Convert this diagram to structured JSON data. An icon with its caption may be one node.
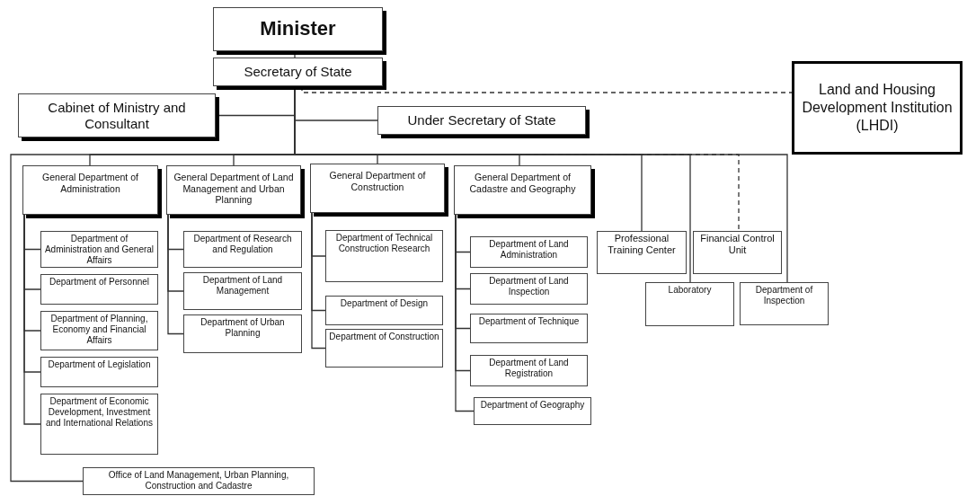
{
  "diagram": {
    "nodes": [
      {
        "text": [
          "Minister"
        ]
      },
      {
        "text": [
          "Secretary of State"
        ]
      },
      {
        "text": [
          "Cabinet of Ministry and Consultant"
        ]
      },
      {
        "text": [
          "Under Secretary of State"
        ]
      },
      {
        "text": [
          "Land and Housing Development Institution (LHDI)"
        ]
      },
      {
        "text": [
          "General Department of Administration"
        ]
      },
      {
        "text": [
          "General Department of Land Management and Urban Planning"
        ]
      },
      {
        "text": [
          "General Department of Construction"
        ]
      },
      {
        "text": [
          "General Department of Cadastre and Geography"
        ]
      },
      {
        "text": [
          "Department of Administration and General Affairs"
        ]
      },
      {
        "text": [
          "Department of Personnel"
        ]
      },
      {
        "text": [
          "Department of Planning, Economy and Financial Affairs"
        ]
      },
      {
        "text": [
          "Department of Legislation"
        ]
      },
      {
        "text": [
          "Department of Economic Development, Investment and International Relations"
        ]
      },
      {
        "text": [
          "Office of Land Management, Urban Planning, Construction and Cadastre"
        ]
      },
      {
        "text": [
          "Department of Research and Regulation"
        ]
      },
      {
        "text": [
          "Department of Land Management"
        ]
      },
      {
        "text": [
          "Department of Urban Planning"
        ]
      },
      {
        "text": [
          "Department of Technical Construction Research"
        ]
      },
      {
        "text": [
          "Department of Design"
        ]
      },
      {
        "text": [
          "Department of Construction"
        ]
      },
      {
        "text": [
          "Department of Land Administration"
        ]
      },
      {
        "text": [
          "Department of Land Inspection"
        ]
      },
      {
        "text": [
          "Department of Technique"
        ]
      },
      {
        "text": [
          "Department of Land Registration"
        ]
      },
      {
        "text": [
          "Department of Geography"
        ]
      },
      {
        "text": [
          "Professional Training Center"
        ]
      },
      {
        "text": [
          "Financial Control Unit"
        ]
      },
      {
        "text": [
          "Laboratory"
        ]
      },
      {
        "text": [
          "Department of Inspection"
        ]
      }
    ],
    "edges": [
      {
        "from": 0,
        "to": 1,
        "arrow": "none"
      },
      {
        "from": 1,
        "to": 2,
        "arrow": "none"
      },
      {
        "from": 1,
        "to": 3,
        "arrow": "none"
      },
      {
        "from": 1,
        "to": 4,
        "arrow": "none",
        "style": "dashed"
      },
      {
        "from": 1,
        "to": 5,
        "arrow": "none"
      },
      {
        "from": 1,
        "to": 6,
        "arrow": "none"
      },
      {
        "from": 1,
        "to": 7,
        "arrow": "none"
      },
      {
        "from": 1,
        "to": 8,
        "arrow": "none"
      },
      {
        "from": 1,
        "to": 26,
        "arrow": "none"
      },
      {
        "from": 1,
        "to": 28,
        "arrow": "none"
      },
      {
        "from": 1,
        "to": 27,
        "arrow": "none",
        "style": "dashed"
      },
      {
        "from": 1,
        "to": 29,
        "arrow": "none"
      },
      {
        "from": 1,
        "to": 14,
        "arrow": "none"
      },
      {
        "from": 5,
        "to": 9,
        "arrow": "none"
      },
      {
        "from": 5,
        "to": 10,
        "arrow": "none"
      },
      {
        "from": 5,
        "to": 11,
        "arrow": "none"
      },
      {
        "from": 5,
        "to": 12,
        "arrow": "none"
      },
      {
        "from": 5,
        "to": 13,
        "arrow": "none"
      },
      {
        "from": 6,
        "to": 15,
        "arrow": "none"
      },
      {
        "from": 6,
        "to": 16,
        "arrow": "none"
      },
      {
        "from": 6,
        "to": 17,
        "arrow": "none"
      },
      {
        "from": 7,
        "to": 18,
        "arrow": "none"
      },
      {
        "from": 7,
        "to": 19,
        "arrow": "none"
      },
      {
        "from": 7,
        "to": 20,
        "arrow": "none"
      },
      {
        "from": 8,
        "to": 21,
        "arrow": "none"
      },
      {
        "from": 8,
        "to": 22,
        "arrow": "none"
      },
      {
        "from": 8,
        "to": 23,
        "arrow": "none"
      },
      {
        "from": 8,
        "to": 24,
        "arrow": "none"
      },
      {
        "from": 8,
        "to": 25,
        "arrow": "none"
      }
    ]
  }
}
